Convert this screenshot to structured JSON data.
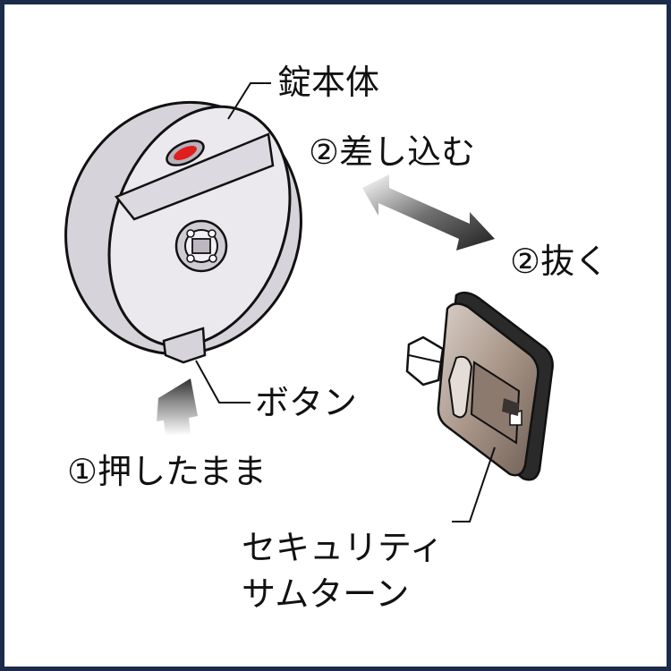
{
  "labels": {
    "lock_body": "錠本体",
    "insert": "②差し込む",
    "remove": "②抜く",
    "button": "ボタン",
    "hold": "①押したまま",
    "thumbturn_line1": "セキュリティ",
    "thumbturn_line2": "サムターン"
  },
  "colors": {
    "frame": "#1d2b4a",
    "lock_body": "#e4e2e8",
    "indicator": "#e01e1e",
    "thumbturn_plate": "#9c8a80",
    "arrow": "#606060"
  }
}
